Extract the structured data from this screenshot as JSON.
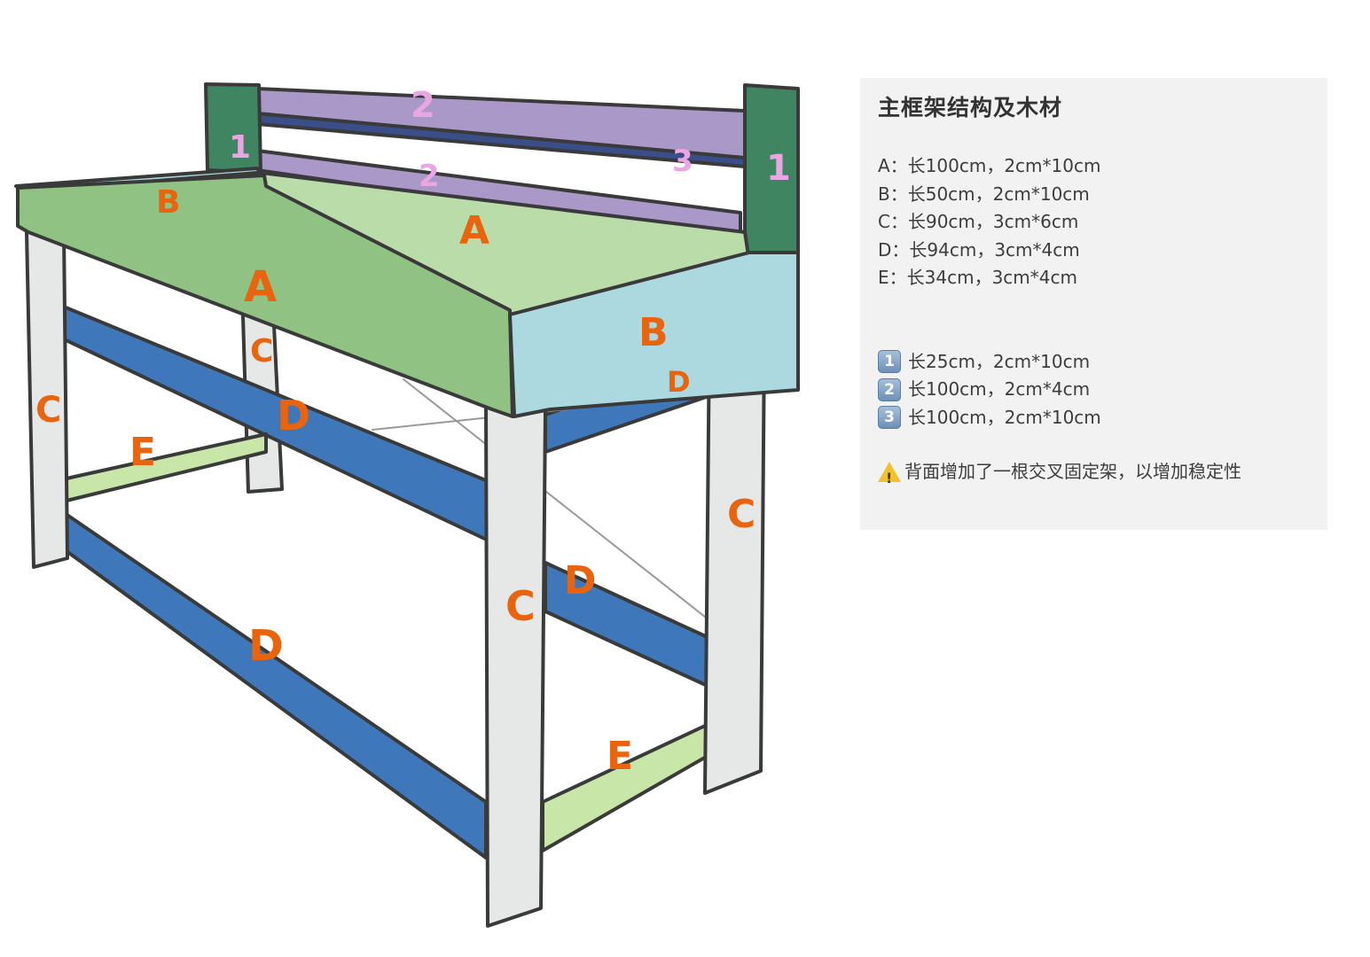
{
  "diagram": {
    "labels": {
      "a": "A",
      "b": "B",
      "c": "C",
      "d": "D",
      "e": "E",
      "one": "1",
      "two": "2",
      "three": "3"
    },
    "colors": {
      "a_board": "#8fc283",
      "b_board": "#acd9e0",
      "c_leg": "#e6e8e8",
      "d_beam": "#3f78ba",
      "e_beam": "#c7e6a7",
      "post_1": "#3f8562",
      "rail_2_3": "#a998c8",
      "rail_dark": "#3a4e8a",
      "label_orange": "#e8640f",
      "label_pink": "#e9a6e2",
      "outline": "#3a3a3a"
    }
  },
  "info": {
    "title": "主框架结构及木材",
    "specs": [
      "A：长100cm，2cm*10cm",
      "B：长50cm，2cm*10cm",
      "C：长90cm，3cm*6cm",
      "D：长94cm，3cm*4cm",
      "E：长34cm，3cm*4cm"
    ],
    "numbered": [
      {
        "badge": "1",
        "text": "长25cm，2cm*10cm"
      },
      {
        "badge": "2",
        "text": "长100cm，2cm*4cm"
      },
      {
        "badge": "3",
        "text": "长100cm，2cm*10cm"
      }
    ],
    "warning_icon": "warning-icon",
    "warning": "背面增加了一根交叉固定架，以增加稳定性"
  }
}
